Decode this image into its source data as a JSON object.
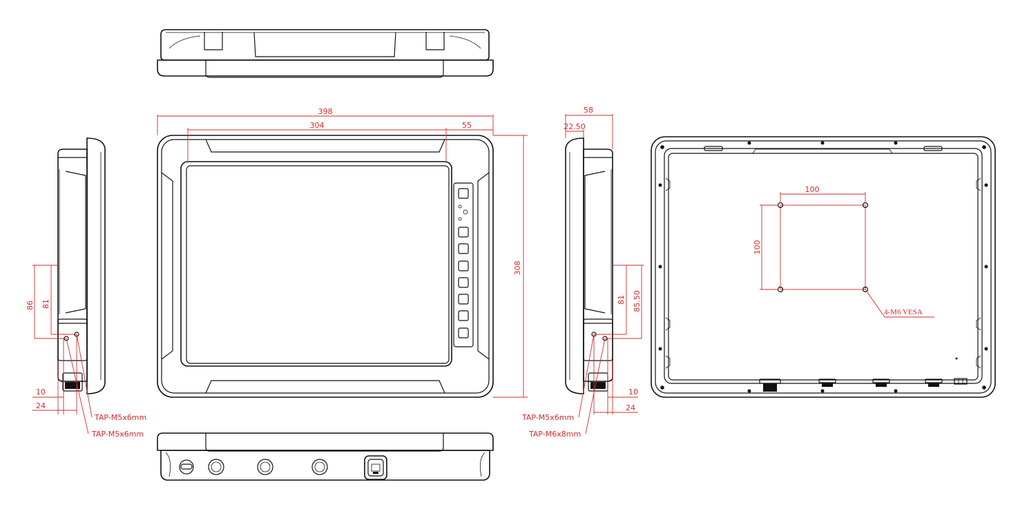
{
  "front_view": {
    "width": "398",
    "display_width": "304",
    "side_margin": "55",
    "height": "308"
  },
  "side_view_left": {
    "dim_86": "86",
    "dim_81": "81",
    "dim_10": "10",
    "dim_24": "24",
    "tap_upper": "TAP-M5x6mm",
    "tap_lower": "TAP-M5x6mm"
  },
  "side_view_right": {
    "depth": "58",
    "offset": "22.50",
    "dim_81": "81",
    "dim_85_50": "85.50",
    "dim_10": "10",
    "dim_24": "24",
    "tap_upper": "TAP-M5x6mm",
    "tap_lower": "TAP-M6x8mm"
  },
  "rear_view": {
    "vesa_h": "100",
    "vesa_v": "100",
    "vesa_label": "4-M6 VESA"
  },
  "colors": {
    "line": "#111111",
    "dimension": "#d42a2a"
  }
}
